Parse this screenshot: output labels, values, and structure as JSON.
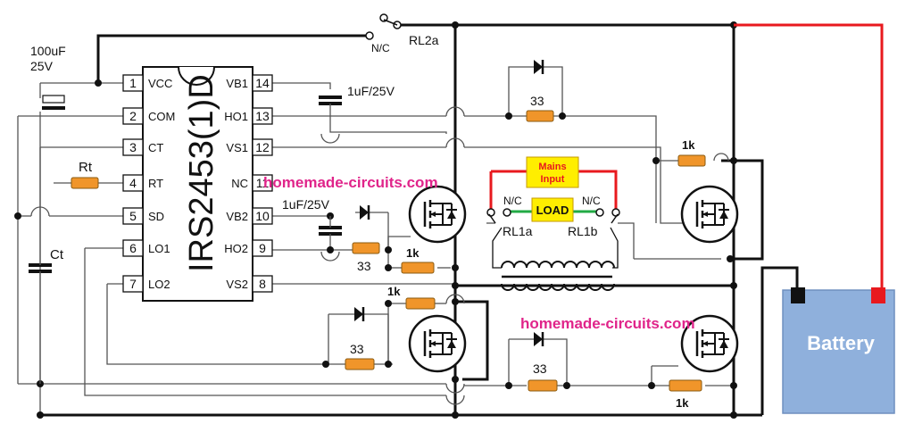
{
  "ic": {
    "part": "IRS2453(1)D",
    "left_pins": [
      {
        "num": "1",
        "name": "VCC"
      },
      {
        "num": "2",
        "name": "COM"
      },
      {
        "num": "3",
        "name": "CT"
      },
      {
        "num": "4",
        "name": "RT"
      },
      {
        "num": "5",
        "name": "SD"
      },
      {
        "num": "6",
        "name": "LO1"
      },
      {
        "num": "7",
        "name": "LO2"
      }
    ],
    "right_pins": [
      {
        "num": "14",
        "name": "VB1"
      },
      {
        "num": "13",
        "name": "HO1"
      },
      {
        "num": "12",
        "name": "VS1"
      },
      {
        "num": "11",
        "name": "NC"
      },
      {
        "num": "10",
        "name": "VB2"
      },
      {
        "num": "9",
        "name": "HO2"
      },
      {
        "num": "8",
        "name": "VS2"
      }
    ]
  },
  "components": {
    "cap_supply_value": "100uF",
    "cap_supply_voltage": "25V",
    "cap_boot1": "1uF/25V",
    "cap_boot2": "1uF/25V",
    "resistor_rt": "Rt",
    "cap_ct": "Ct",
    "gate_r_33_a": "33",
    "gate_r_33_b": "33",
    "gate_r_33_c": "33",
    "gate_r_33_d": "33",
    "pulldown_1k_a": "1k",
    "pulldown_1k_b": "1k",
    "pulldown_1k_c": "1k",
    "pulldown_1k_d": "1k"
  },
  "relays": {
    "rl2a": "RL2a",
    "rl2a_nc": "N/C",
    "rl1a": "RL1a",
    "rl1b": "RL1b",
    "nc_left": "N/C",
    "nc_right": "N/C"
  },
  "labels": {
    "mains_input": [
      "Mains",
      "Input"
    ],
    "load": "LOAD",
    "battery": "Battery",
    "watermark_1": "homemade-circuits.com",
    "watermark_2": "homemade-circuits.com"
  },
  "colors": {
    "wire": "#111111",
    "thin_wire": "#555555",
    "positive_wire": "#e8191e",
    "mains_wire": "#e8191e",
    "load_wire": "#22aa44",
    "resistor": "#f0952a",
    "label_box": "#ffee00",
    "battery_fill": "#8fb0dc",
    "watermark": "#e0248a"
  }
}
